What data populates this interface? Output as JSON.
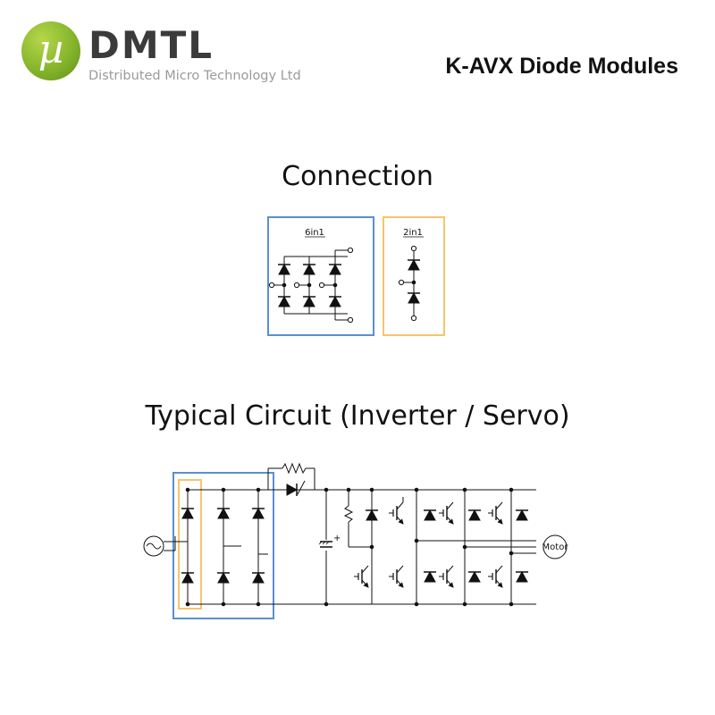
{
  "brand": {
    "logo_symbol": "µ",
    "name": "DMTL",
    "tagline": "Distributed Micro Technology Ltd",
    "logo_color": "#86b52c"
  },
  "header": {
    "title": "K-AVX Diode Modules"
  },
  "connection": {
    "title": "Connection",
    "box_6in1": {
      "label": "6in1",
      "color": "#5b8fd0"
    },
    "box_2in1": {
      "label": "2in1",
      "color": "#f5c66a"
    }
  },
  "typical_circuit": {
    "title": "Typical Circuit (Inverter / Servo)",
    "motor_label": "Motor",
    "capacitor_sign": "+"
  }
}
